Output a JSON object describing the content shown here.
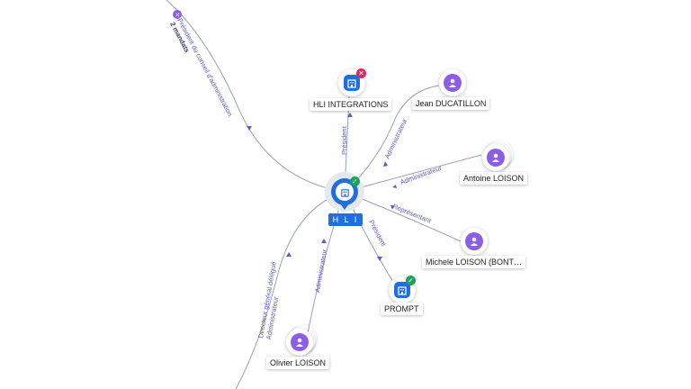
{
  "center": {
    "label": "H L I"
  },
  "nodes": {
    "hli_integrations": "HLI INTEGRATIONS",
    "jean_ducatillon": "Jean DUCATILLON",
    "antoine_loison": "Antoine LOISON",
    "michele_loison": "Michele LOISON (BONT…",
    "prompt": "PROMPT",
    "olivier_loison": "Olivier LOISON"
  },
  "edges": {
    "top_left_line1": "Président du conseil d'administration",
    "top_left_line2": "2 mandats",
    "president_top": "Président",
    "admin_jean": "Administrateur",
    "admin_antoine": "Administrateur",
    "representant": "Représentant",
    "president_prompt": "Président",
    "admin_olivier": "Administrateur",
    "dg_line1": "Directeur général délégué",
    "dg_line2": "Administrateur"
  },
  "icons": {
    "person": "person-icon",
    "company": "building-icon",
    "status_active": "check-icon",
    "status_closed": "close-icon"
  },
  "colors": {
    "person": "#8c5ee8",
    "company": "#1f6fe0",
    "active": "#1aa260",
    "closed": "#e0245e",
    "edge_label": "#5b5fc7"
  }
}
